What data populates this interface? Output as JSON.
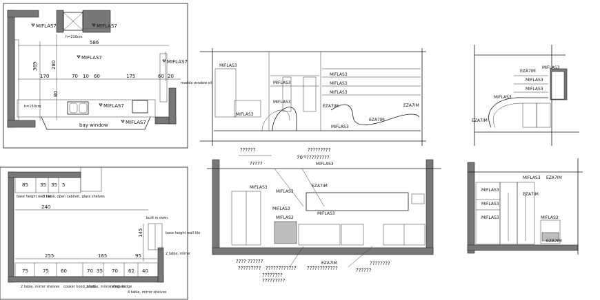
{
  "plan_top": {
    "labels": {
      "miflas_1": "MIFLAS7",
      "miflas_2": "MIFLAS7",
      "miflas_3": "MIFLAS7",
      "miflas_4": "MIFLAS7",
      "miflas_5": "MIFLAS7",
      "miflas_6": "MIFLAS7",
      "h210": "h=210cm",
      "h150": "h=150cm",
      "bay_window": "bay window",
      "fridge_note": "marble window sill"
    },
    "dims": {
      "d586": "586",
      "d369": "369",
      "d280": "280",
      "d170": "170",
      "d70": "70",
      "d10": "10",
      "d60a": "60",
      "d175": "175",
      "d60b": "60",
      "d20": "20",
      "d80": "80"
    }
  },
  "plan_bottom": {
    "cabinets_top": [
      "85",
      "35",
      "35",
      "5"
    ],
    "cabinets_bottom": [
      "75",
      "75",
      "60",
      "70",
      "35",
      "70",
      "62",
      "40"
    ],
    "dims": {
      "d240": "240",
      "d255": "255",
      "d165": "165",
      "d145": "145",
      "d95": "95"
    },
    "notes": {
      "n1": "base height wall tile",
      "n2": "3 table, open cabinet, glass shelves",
      "n3": "2 table, mirror shelves",
      "n4": "cooker hood, alum.",
      "n5": "2 table, mirror shelves",
      "n6": "refrig. fridge",
      "n7": "4 table, mirror shelves",
      "n8": "base height wall tile",
      "n9": "2 table, mirror",
      "n10": "built in oven"
    }
  },
  "elev_a": {
    "labels": [
      "MIFLAS3",
      "MIFLAS3",
      "MIFLAS3",
      "MIFLAS3",
      "MIFLAS3",
      "MIFLAS3",
      "MIFLAS3",
      "MIFLAS3"
    ],
    "mirrored": [
      "EZA7IM",
      "EZA7IM",
      "EZA7IM"
    ]
  },
  "elev_b": {
    "labels": [
      "MIFLAS3",
      "MIFLAS3",
      "MIFLAS3",
      "MIFLAS3"
    ],
    "mirrored": [
      "EZA7IM",
      "EZA7IM"
    ]
  },
  "elev_c": {
    "labels": [
      "MIFLAS3",
      "MIFLAS3",
      "MIFLAS3",
      "MIFLAS3",
      "MIFLAS3"
    ],
    "mirrored": [
      "EZA7IM",
      "EZA7IM"
    ],
    "top_text": [
      "??????",
      "?????????",
      "70'º?????????",
      "?????"
    ],
    "bottom_text": [
      "???? ??????",
      "?????????",
      "????????????",
      "????????????",
      "????????",
      "?????????",
      "????????",
      "??????"
    ],
    "center_label": "MIFLAS3"
  },
  "elev_d": {
    "labels": [
      "MIFLAS3",
      "MIFLAS3",
      "MIFLAS3",
      "MIFLAS3",
      "MIFLAS3"
    ],
    "mirrored": [
      "EZA7IM",
      "EZA7IM",
      "EZA7IM"
    ]
  }
}
